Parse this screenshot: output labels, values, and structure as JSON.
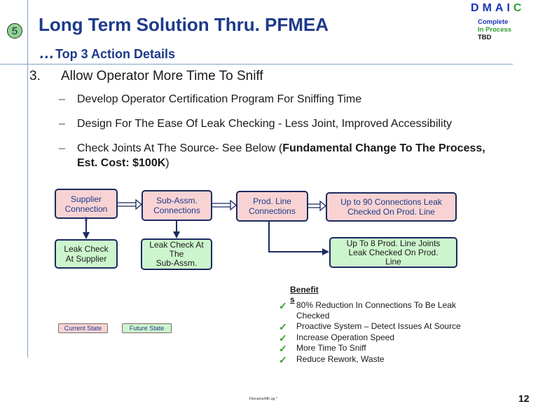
{
  "slide": {
    "step_number": "5",
    "title": "Long Term Solution Thru. PFMEA",
    "subtitle_dots": "…",
    "subtitle": "Top 3 Action Details",
    "page_number": "12",
    "footer": "Filename/MK.ag *"
  },
  "dmaic": {
    "letters": [
      "D",
      "M",
      "A",
      "I",
      "C"
    ],
    "status": {
      "complete": "Complete",
      "in_process": "In Process",
      "tbd": "TBD"
    },
    "colors": {
      "complete": "#1a34b8",
      "in_process": "#2ea02e",
      "tbd": "#111111"
    }
  },
  "point": {
    "number": "3.",
    "text": "Allow Operator More Time To Sniff",
    "subpoints": [
      {
        "dash": "–",
        "text": "Develop Operator Certification Program For Sniffing Time"
      },
      {
        "dash": "–",
        "text": "Design For The Ease Of Leak Checking - Less Joint, Improved Accessibility"
      },
      {
        "dash": "–",
        "text_pre": "Check Joints At The Source- See Below (",
        "text_bold": "Fundamental Change To The Process, Est. Cost: $100K",
        "text_post": ")"
      }
    ]
  },
  "flow": {
    "boxes": {
      "supplier": [
        "Supplier",
        "Connection"
      ],
      "subassm": [
        "Sub-Assm.",
        "Connections"
      ],
      "prodline": [
        "Prod. Line",
        "Connections"
      ],
      "up90": [
        "Up to 90 Connections Leak",
        "Checked On Prod. Line"
      ],
      "leak_supplier": [
        "Leak Check",
        "At Supplier"
      ],
      "leak_subassm": [
        "Leak Check At",
        "The",
        "Sub-Assm."
      ],
      "up8": [
        "Up To 8 Prod. Line Joints",
        "Leak Checked On Prod.",
        "Line"
      ]
    },
    "stray_mark": "s"
  },
  "legend": {
    "current": "Current State",
    "future": "Future State",
    "colors": {
      "current": "#f9d3d3",
      "future": "#cdf5cd"
    }
  },
  "benefits": {
    "heading_line1": "Benefit",
    "heading_line2": "s",
    "check_glyph": "✓",
    "items": [
      "80% Reduction In Connections To Be Leak Checked",
      "Proactive System – Detect Issues At Source",
      "Increase Operation Speed",
      "More Time To Sniff",
      "Reduce Rework, Waste"
    ]
  }
}
